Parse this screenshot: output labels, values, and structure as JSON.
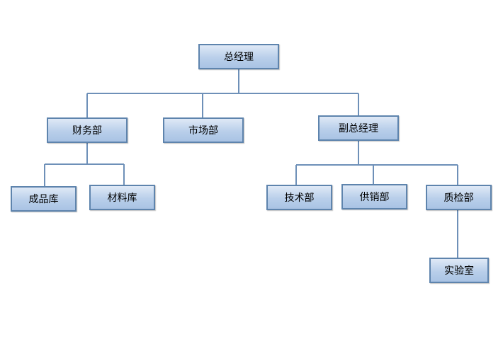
{
  "org_chart": {
    "root": "总经理",
    "level1": {
      "finance": "财务部",
      "market": "市场部",
      "deputy": "副总经理"
    },
    "finance_children": {
      "finished_goods": "成品库",
      "materials": "材料库"
    },
    "deputy_children": {
      "tech": "技术部",
      "supply_sales": "供销部",
      "quality": "质检部"
    },
    "quality_children": {
      "lab": "实验室"
    }
  },
  "colors": {
    "line": "#6e90b8",
    "box_border": "#5e84ad",
    "box_fill_top": "#dfe9f6",
    "box_fill_bottom": "#a9c3e4"
  }
}
